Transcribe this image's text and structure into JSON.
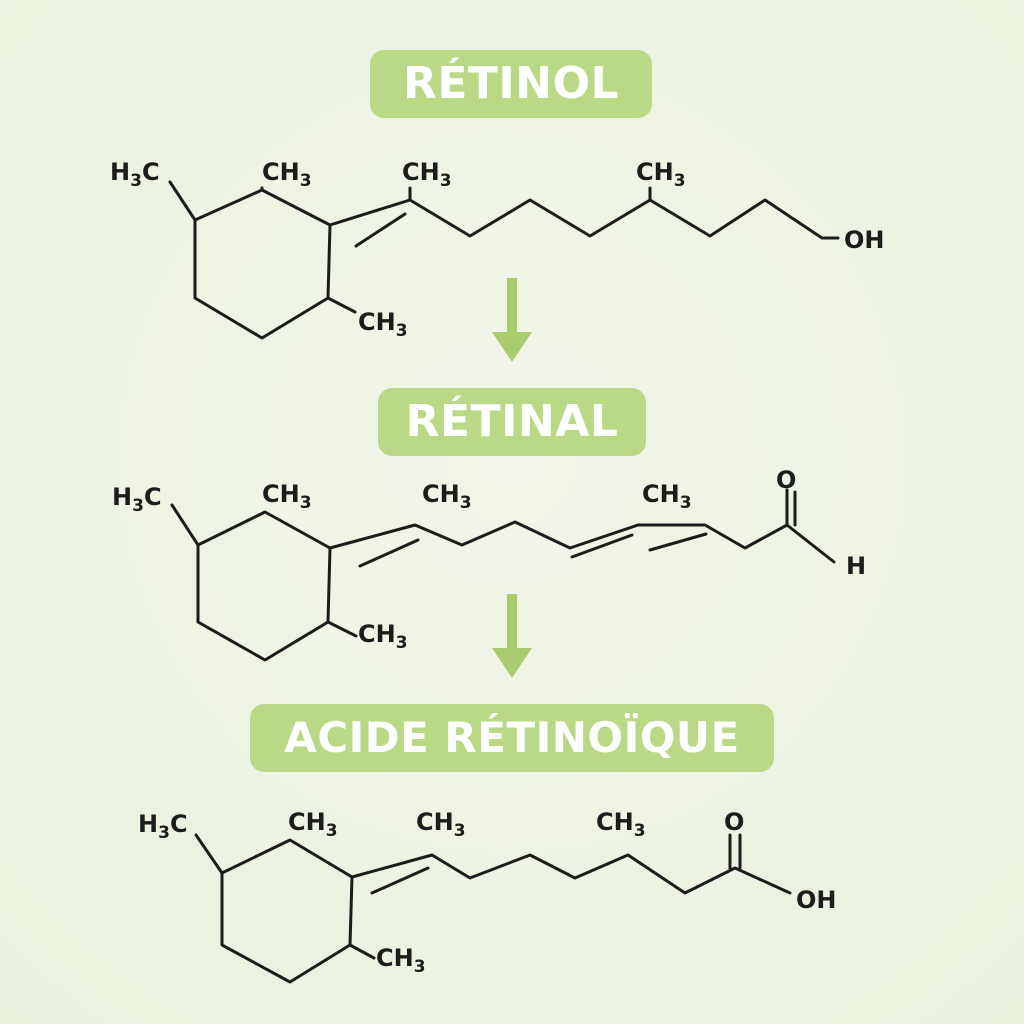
{
  "titles": {
    "retinol": "RÉTINOL",
    "retinal": "RÉTINAL",
    "retinoic_acid": "ACIDE RÉTINOÏQUE"
  },
  "labels": {
    "h3c": "H",
    "h3c_sub": "3",
    "h3c_c": "C",
    "ch3_c": "CH",
    "ch3_sub": "3",
    "oh": "OH",
    "o": "O",
    "h": "H"
  },
  "colors": {
    "pill": "#bad885",
    "arrow": "#a9cc6e",
    "background": "#eef3e4",
    "ink": "#1c1c1c"
  }
}
